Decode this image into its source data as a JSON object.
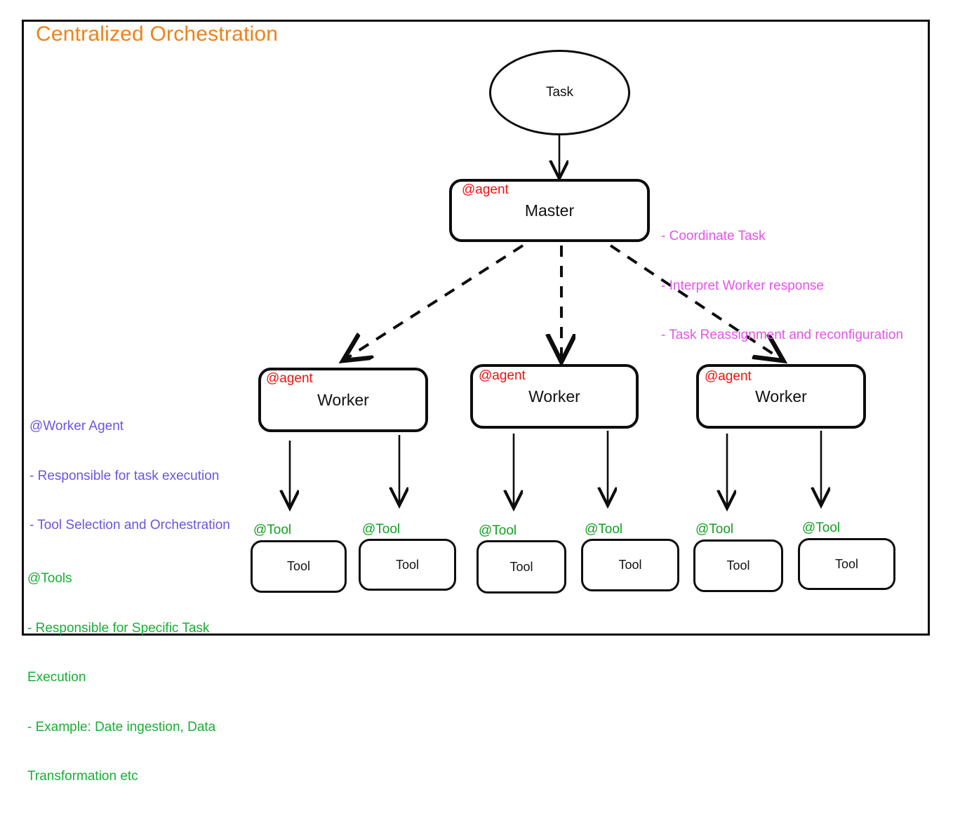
{
  "diagram": {
    "title": "Centralized Orchestration",
    "title_color": "#f28016",
    "frame_color": "#0d0d0d",
    "type": "flowchart",
    "root": {
      "id": "task",
      "label": "Task",
      "shape": "ellipse"
    },
    "master": {
      "id": "master",
      "label": "Master",
      "tag": "@agent",
      "tag_color": "#ee1111",
      "shape": "rounded-rectangle"
    },
    "workers": [
      {
        "id": "worker-1",
        "label": "Worker",
        "tag": "@agent"
      },
      {
        "id": "worker-2",
        "label": "Worker",
        "tag": "@agent"
      },
      {
        "id": "worker-3",
        "label": "Worker",
        "tag": "@agent"
      }
    ],
    "tools": [
      {
        "id": "tool-1",
        "label": "Tool",
        "tag": "@Tool"
      },
      {
        "id": "tool-2",
        "label": "Tool",
        "tag": "@Tool"
      },
      {
        "id": "tool-3",
        "label": "Tool",
        "tag": "@Tool"
      },
      {
        "id": "tool-4",
        "label": "Tool",
        "tag": "@Tool"
      },
      {
        "id": "tool-5",
        "label": "Tool",
        "tag": "@Tool"
      },
      {
        "id": "tool-6",
        "label": "Tool",
        "tag": "@Tool"
      }
    ],
    "annotations": {
      "master_notes": {
        "color": "#e453ea",
        "lines": [
          "- Coordinate Task",
          "- Interpret Worker response",
          "- Task Reassignment and reconfiguration"
        ]
      },
      "worker_notes": {
        "color": "#6b55e0",
        "lines": [
          "@Worker Agent",
          "- Responsible for task execution",
          "- Tool Selection and Orchestration"
        ]
      },
      "tool_notes": {
        "color": "#14b133",
        "lines": [
          "@Tools",
          "- Responsible for Specific Task",
          "Execution",
          "- Example: Date ingestion, Data",
          "Transformation etc"
        ]
      }
    },
    "edges": [
      {
        "from": "task",
        "to": "master",
        "style": "solid"
      },
      {
        "from": "master",
        "to": "worker-1",
        "style": "dashed"
      },
      {
        "from": "master",
        "to": "worker-2",
        "style": "dashed"
      },
      {
        "from": "master",
        "to": "worker-3",
        "style": "dashed"
      },
      {
        "from": "worker-1",
        "to": "tool-1",
        "style": "solid"
      },
      {
        "from": "worker-1",
        "to": "tool-2",
        "style": "solid"
      },
      {
        "from": "worker-2",
        "to": "tool-3",
        "style": "solid"
      },
      {
        "from": "worker-2",
        "to": "tool-4",
        "style": "solid"
      },
      {
        "from": "worker-3",
        "to": "tool-5",
        "style": "solid"
      },
      {
        "from": "worker-3",
        "to": "tool-6",
        "style": "solid"
      }
    ]
  }
}
